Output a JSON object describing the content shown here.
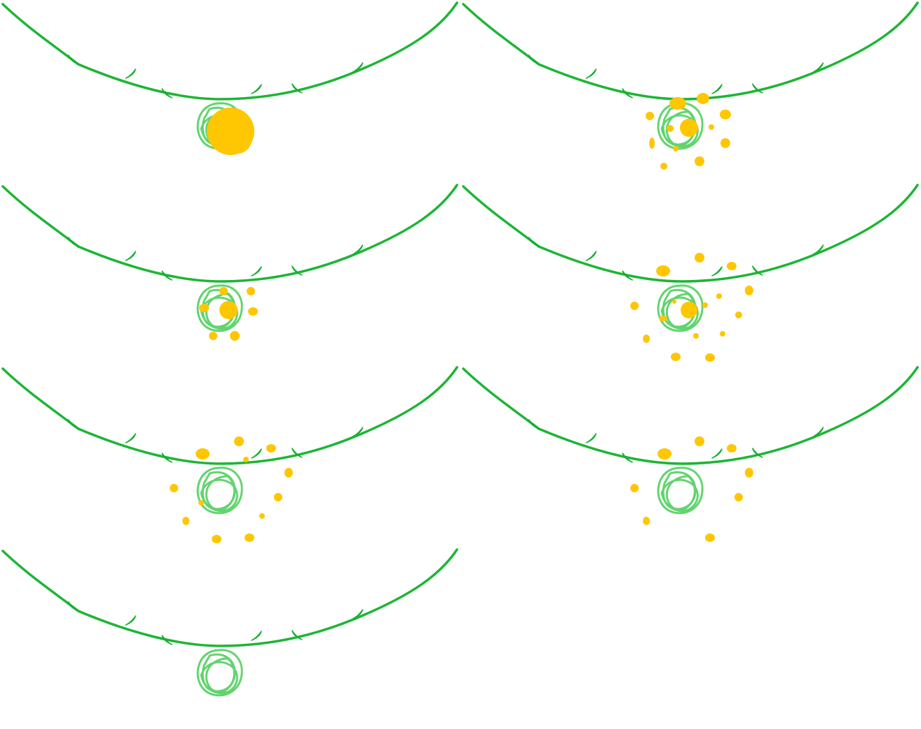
{
  "sprite_sheet": {
    "background": "#ffffff",
    "colors": {
      "vine": "#1db535",
      "leaf": "#12b02e",
      "flower": "#62d46f",
      "petal": "#ffc602"
    },
    "frames": [
      {
        "id": "frame-1",
        "stage": "full-bloom"
      },
      {
        "id": "frame-2",
        "stage": "bursting"
      },
      {
        "id": "frame-3",
        "stage": "breaking"
      },
      {
        "id": "frame-4",
        "stage": "scattering"
      },
      {
        "id": "frame-5",
        "stage": "scattered"
      },
      {
        "id": "frame-6",
        "stage": "fading"
      },
      {
        "id": "frame-7",
        "stage": "empty"
      }
    ]
  }
}
